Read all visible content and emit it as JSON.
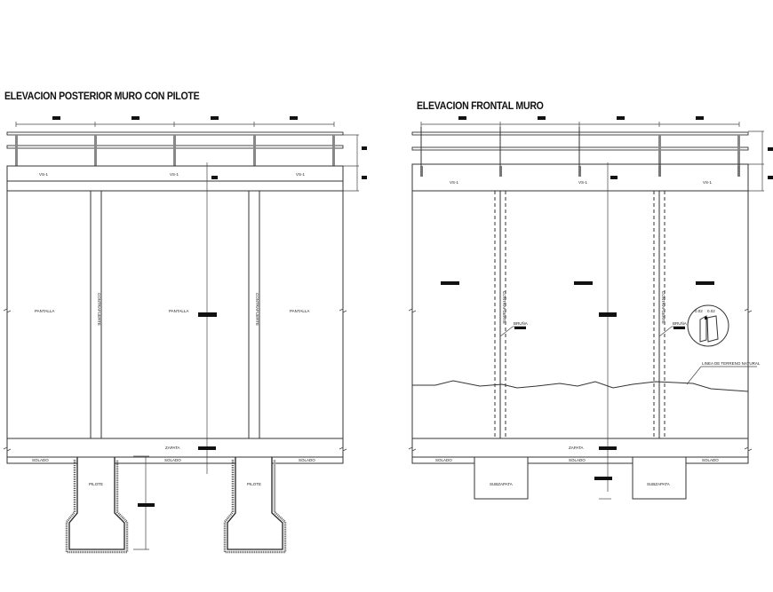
{
  "left_drawing": {
    "title": "ELEVACION POSTERIOR MURO CON PILOTE",
    "beam_labels": [
      "VS-1",
      "VS-1",
      "VS-1"
    ],
    "panel_labels": [
      "PANTALLA",
      "PANTALLA",
      "PANTALLA"
    ],
    "buttress_labels": [
      "CONTRAFUERTE",
      "CONTRAFUERTE"
    ],
    "footing_label": "ZAPATA",
    "lean_concrete_labels": [
      "SOLADO",
      "SOLADO",
      "SOLADO"
    ],
    "pile_labels": [
      "PILOTE",
      "PILOTE"
    ]
  },
  "right_drawing": {
    "title": "ELEVACION FRONTAL MURO",
    "beam_labels": [
      "VS-1",
      "VS-1",
      "VS-1"
    ],
    "buttress_labels": [
      "CONTRAFUERTE",
      "CONTRAFUERTE"
    ],
    "groove_labels": [
      "BRUÑA",
      "BRUÑA"
    ],
    "detail_labels": [
      "0.02",
      "0.02"
    ],
    "terrain_label": "LINEA DE TERRENO NATURAL",
    "footing_label": "ZAPATA",
    "lean_concrete_labels": [
      "SOLADO",
      "SOLADO",
      "SOLADO"
    ],
    "sub_footing_labels": [
      "SUBZAPATA",
      "SUBZAPATA"
    ]
  }
}
